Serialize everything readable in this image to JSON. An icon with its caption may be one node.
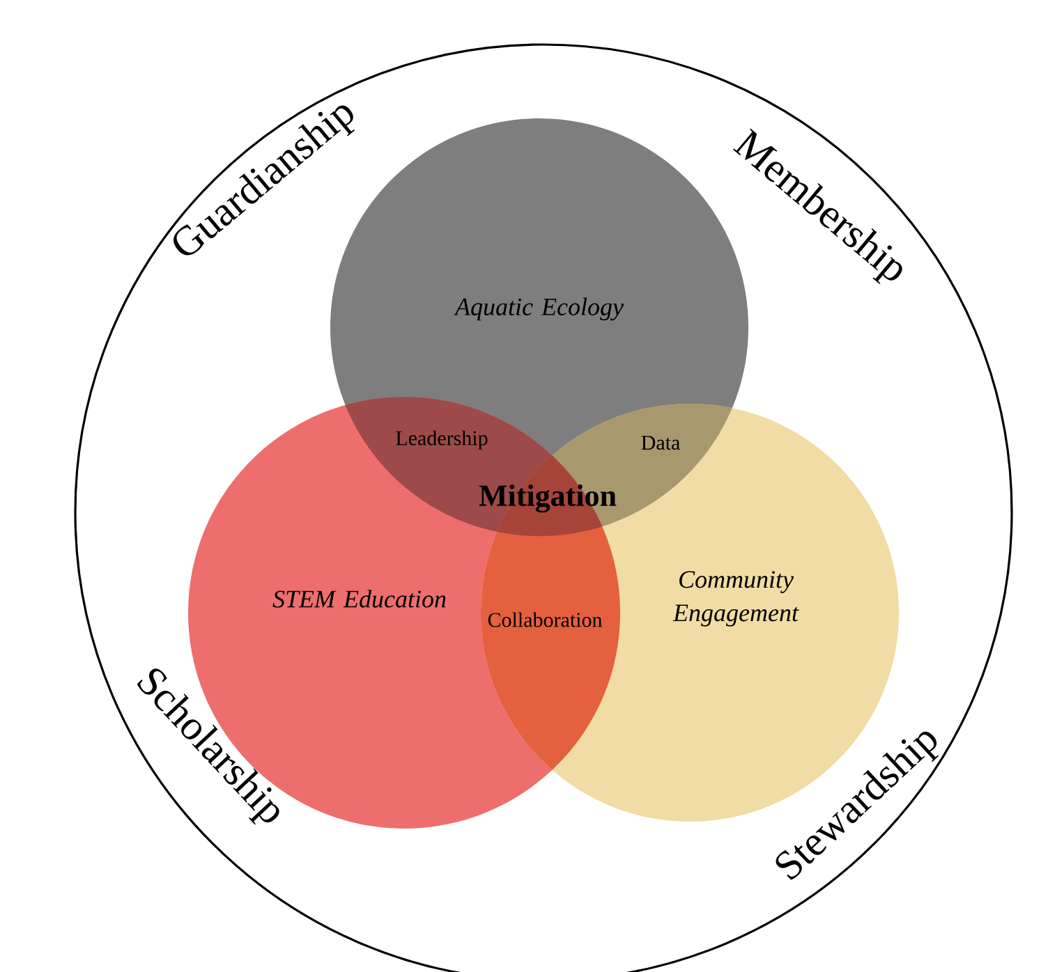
{
  "diagram": {
    "nodes": [
      {
        "text": [
          "Aquatic Ecology"
        ]
      },
      {
        "text": [
          "STEM Education"
        ]
      },
      {
        "text": [
          "Community Engagement"
        ]
      }
    ],
    "labels": [
      "Guardianship",
      "Membership",
      "Leadership",
      "Data",
      "Mitigation",
      "Collaboration",
      "Scholarship",
      "Stewardship"
    ]
  }
}
